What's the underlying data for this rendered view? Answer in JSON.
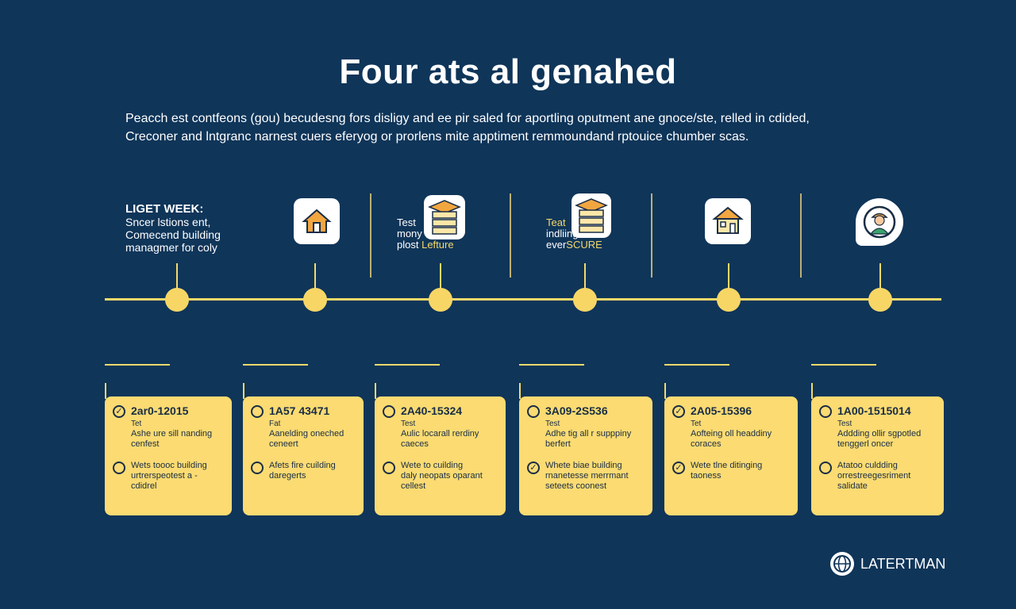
{
  "title": "Four ats al genahed",
  "subtitle_lines": [
    "Peacch est contfeons (gou) becudesng fors disligy and ee pir saled for aportling oputment ane gnoce/ste, relled in cdided,",
    "Creconer and lntgranc narnest cuers eferyog or prorlens mite apptiment remmoundand rptouice chumber scas."
  ],
  "intro": {
    "title": "LIGET WEEK:",
    "lines": [
      "Sncer lstions ent,",
      "Comecend building",
      "managmer for coly"
    ]
  },
  "icons": [
    "house-icon",
    "building-stack-icon",
    "building-stack-icon",
    "house-frame-icon",
    "worker-avatar-icon"
  ],
  "node_labels": [
    {
      "lines": [
        "Test",
        "mony",
        "plost"
      ],
      "highlight": "Lefture"
    },
    {
      "lines": [
        "Teat",
        "indliing",
        "ever"
      ],
      "highlight": "SCURE"
    }
  ],
  "colors": {
    "background": "#0f3559",
    "accent": "#f4d96a",
    "card": "#fbdb72",
    "text_dark": "#1a2d45"
  },
  "cards": [
    {
      "code": "2ar0-12015",
      "tag": "Tet",
      "items": [
        {
          "checked": true,
          "lines": [
            "Ashe ure sill nanding",
            "cenfest"
          ]
        },
        {
          "checked": false,
          "lines": [
            "Wets toooc building",
            "urtrerspeotest a -",
            "cdidrel"
          ]
        }
      ]
    },
    {
      "code": "1A57 43471",
      "tag": "Fat",
      "items": [
        {
          "checked": false,
          "lines": [
            "Aanelding oneched",
            "ceneert"
          ]
        },
        {
          "checked": false,
          "lines": [
            "Afets fire cuilding",
            "daregerts"
          ]
        }
      ]
    },
    {
      "code": "2A40-15324",
      "tag": "Test",
      "items": [
        {
          "checked": false,
          "lines": [
            "Aulic locarall rerdiny",
            "caeces"
          ]
        },
        {
          "checked": false,
          "lines": [
            "Wete to cuilding",
            "daly neopats oparant",
            "cellest"
          ]
        }
      ]
    },
    {
      "code": "3A09-2S536",
      "tag": "Test",
      "items": [
        {
          "checked": false,
          "lines": [
            "Adhe tig all r supppiny",
            "berfert"
          ]
        },
        {
          "checked": true,
          "lines": [
            "Whete biae building",
            "rnanetesse merrmant",
            "seteets coonest"
          ]
        }
      ]
    },
    {
      "code": "2A05-15396",
      "tag": "Tet",
      "items": [
        {
          "checked": true,
          "lines": [
            "Aofteing oll headdiny",
            "coraces"
          ]
        },
        {
          "checked": true,
          "lines": [
            "Wete tlne ditinging",
            "taoness"
          ]
        }
      ]
    },
    {
      "code": "1A00-1515014",
      "tag": "Test",
      "items": [
        {
          "checked": false,
          "lines": [
            "Addding ollir sgpotled",
            "tenggerl oncer"
          ]
        },
        {
          "checked": false,
          "lines": [
            "Atatoo culdding",
            "orrestreegesriment",
            "salidate"
          ]
        }
      ]
    }
  ],
  "logo_text": "LATERTMAN"
}
